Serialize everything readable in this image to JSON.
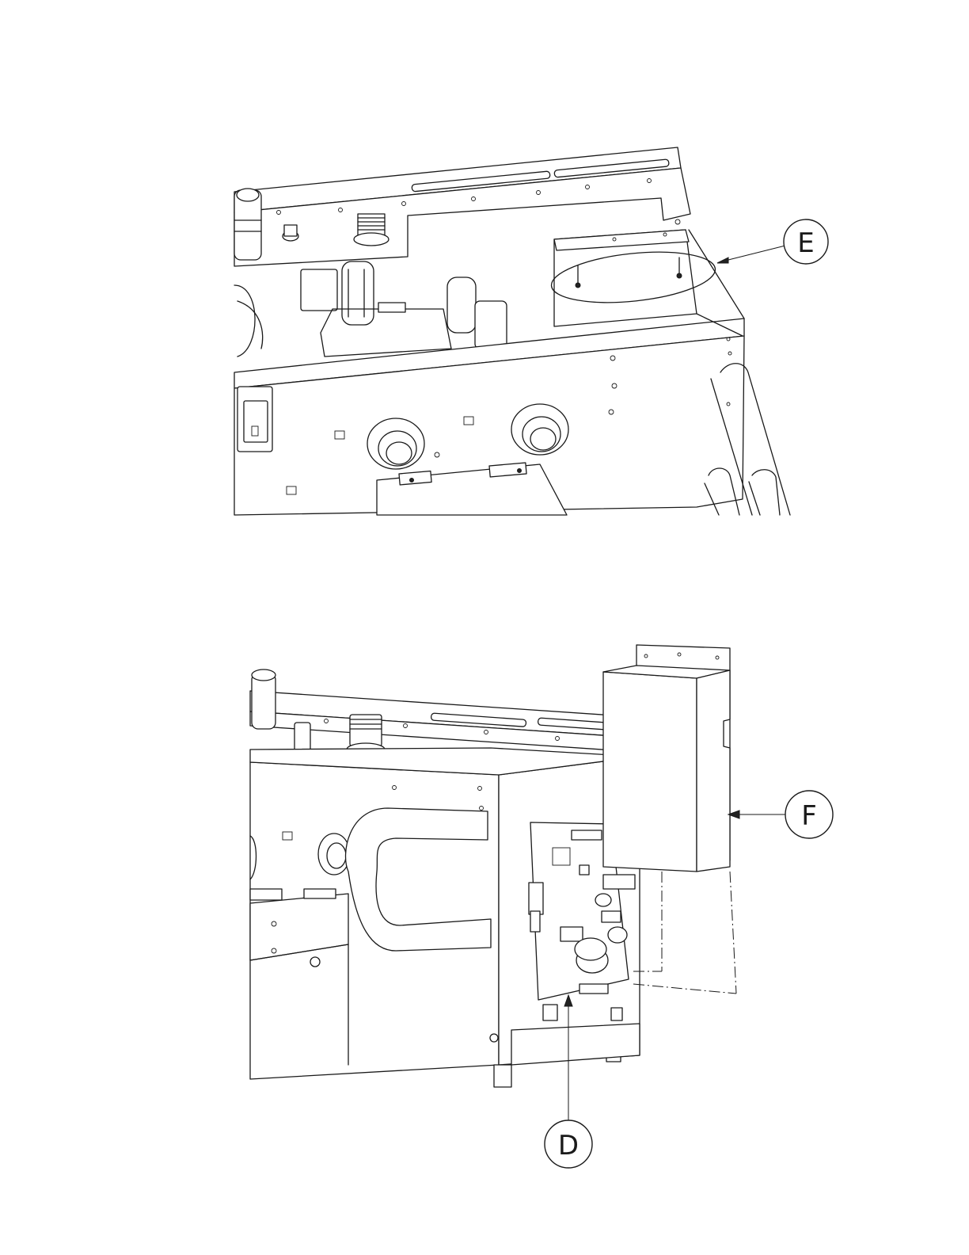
{
  "callouts": {
    "e": "E",
    "f": "F",
    "d": "D"
  },
  "colors": {
    "line": "#1a1a1a",
    "background": "#ffffff"
  }
}
